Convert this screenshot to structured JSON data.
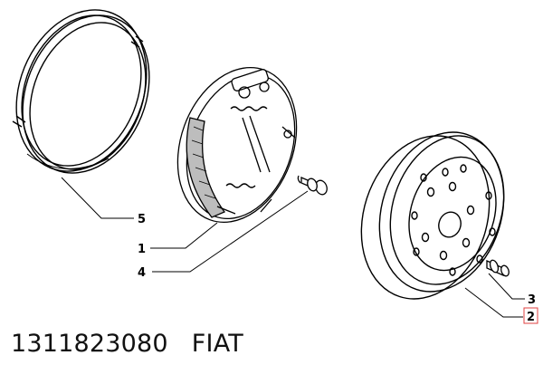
{
  "parts": [
    {
      "name": "brake-shoe-assembly",
      "callout": "1"
    },
    {
      "name": "brake-drum",
      "callout": "2",
      "highlighted": true
    },
    {
      "name": "wheel-stud",
      "callout": "3"
    },
    {
      "name": "bolt",
      "callout": "4"
    },
    {
      "name": "seal-ring",
      "callout": "5"
    }
  ],
  "caption": {
    "part_number": "1311823080",
    "brand": "FIAT"
  },
  "colors": {
    "line": "#000000",
    "highlight": "#e04040",
    "background": "#ffffff"
  }
}
